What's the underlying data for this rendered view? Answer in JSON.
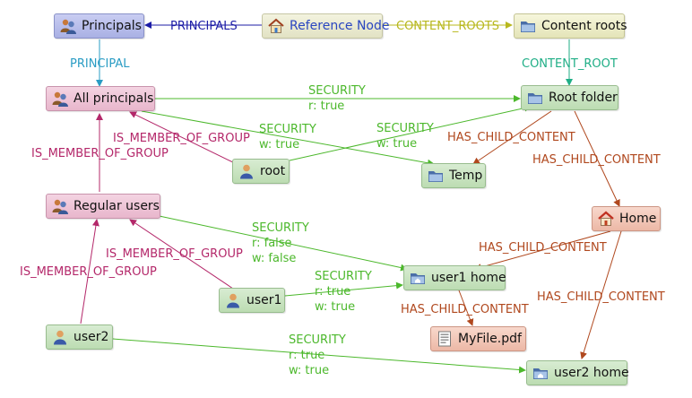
{
  "colors": {
    "principals": "#1c1ca6",
    "content_roots": "#b8b81e",
    "principal": "#2a9cc4",
    "content_root": "#1fae86",
    "security": "#4cb82c",
    "member": "#b4286a",
    "child": "#b0481e"
  },
  "nodes": {
    "principals": "Principals",
    "reference_node": "Reference Node",
    "content_roots": "Content roots",
    "all_principals": "All principals",
    "root_folder": "Root folder",
    "root": "root",
    "temp": "Temp",
    "regular_users": "Regular users",
    "home": "Home",
    "user1_home": "user1 home",
    "user1": "user1",
    "myfile": "MyFile.pdf",
    "user2": "user2",
    "user2_home": "user2 home"
  },
  "edges": {
    "principals": "PRINCIPALS",
    "content_roots": "CONTENT_ROOTS",
    "principal": "PRINCIPAL",
    "content_root": "CONTENT_ROOT",
    "sec_all_root": [
      "SECURITY",
      "r: true"
    ],
    "sec_all_temp": [
      "SECURITY",
      "w: true"
    ],
    "sec_root_folder": [
      "SECURITY",
      "w: true"
    ],
    "member_root_all": "IS_MEMBER_OF_GROUP",
    "member_regular_all": "IS_MEMBER_OF_GROUP",
    "child_root_temp": "HAS_CHILD_CONTENT",
    "child_root_home": "HAS_CHILD_CONTENT",
    "sec_regular_user1home": [
      "SECURITY",
      "r: false",
      "w: false"
    ],
    "member_user1_regular": "IS_MEMBER_OF_GROUP",
    "child_home_user1home": "HAS_CHILD_CONTENT",
    "sec_user1_user1home": [
      "SECURITY",
      "r: true",
      "w: true"
    ],
    "child_home_user2home": "HAS_CHILD_CONTENT",
    "member_user2_regular": "IS_MEMBER_OF_GROUP",
    "child_user1home_myfile": "HAS_CHILD_CONTENT",
    "sec_user2_user2home": [
      "SECURITY",
      "r: true",
      "w: true"
    ]
  }
}
